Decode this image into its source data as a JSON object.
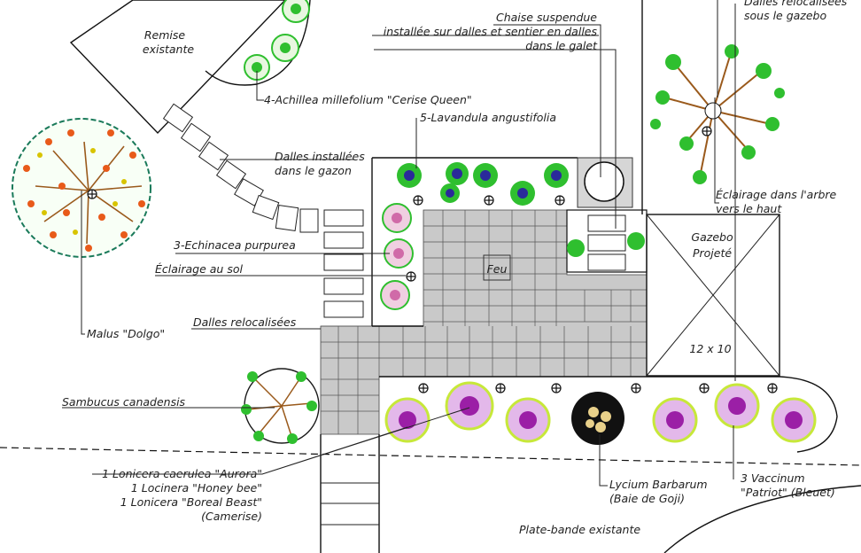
{
  "labels": {
    "shed": [
      "Remise",
      "existante"
    ],
    "hanging_chair": [
      "Chaise suspendue",
      "installée sur dalles et sentier en dalles",
      "dans le galet"
    ],
    "relocated_under_gazebo": [
      "Dalles relocalisées",
      "sous le gazebo"
    ],
    "achillea": "4-Achillea millefolium \"Cerise Queen\"",
    "lavandula": "5-Lavandula angustifolia",
    "slabs_lawn": [
      "Dalles installées",
      "dans le gazon"
    ],
    "tree_lighting": [
      "Éclairage dans l'arbre",
      "vers le haut"
    ],
    "gazebo": [
      "Gazebo",
      "Projeté"
    ],
    "gazebo_size": "12 x 10",
    "echinacea": "3-Echinacea purpurea",
    "ground_lighting": "Éclairage au sol",
    "fire": "Feu",
    "relocated_slabs": "Dalles relocalisées",
    "malus": "Malus \"Dolgo\"",
    "sambucus": "Sambucus canadensis",
    "lonicera": [
      "1 Lonicera caerulea \"Aurora\"",
      "1 Locinera \"Honey bee\"",
      "1 Lonicera \"Boreal Beast\"",
      "(Camerise)"
    ],
    "lycium": [
      "Lycium Barbarum",
      "(Baie de Goji)"
    ],
    "vaccinium": [
      "3  Vaccinum",
      "\"Patriot\" (Bleuet)"
    ],
    "existing_bed": "Plate-bande existante"
  },
  "colors": {
    "pavers": "#c9c9c9",
    "lavender": "#2a2a9a",
    "foliage": "#2fbf2f",
    "echinacea": "#d06aa8",
    "shrub_purple": "#9b1fa6",
    "shrub_yellow": "#c7e83a",
    "tree_brown": "#9a5a1c",
    "malus_fruit": "#e85a1a",
    "goji": "#111111"
  }
}
